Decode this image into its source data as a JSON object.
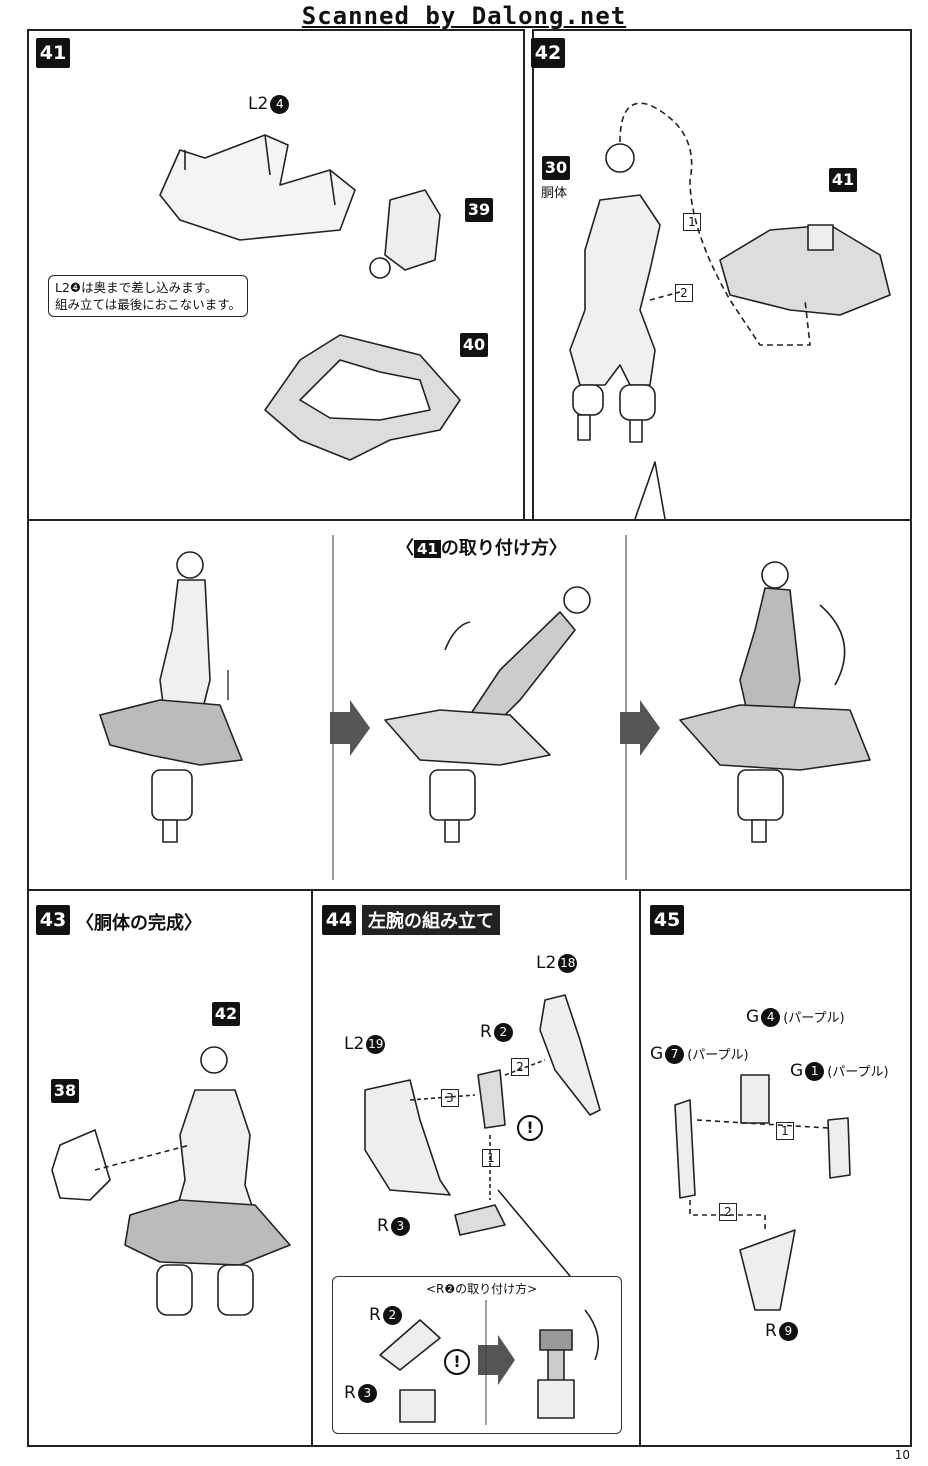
{
  "header": "Scanned by Dalong.net",
  "page_number": "10",
  "step41": {
    "number": "41",
    "part_l2_4": "L2",
    "part_l2_4_num": "4",
    "tag39": "39",
    "tag40": "40",
    "note_line1": "L2❹は奥まで差し込みます。",
    "note_line2": "組み立ては最後におこないます。"
  },
  "step42": {
    "number": "42",
    "tag30": "30",
    "tag30_label": "胴体",
    "tag41": "41",
    "arrow1": "1",
    "arrow2": "2"
  },
  "how_to_attach": {
    "title_prefix": "〈",
    "title_tag": "41",
    "title_suffix": "の取り付け方〉"
  },
  "step43": {
    "number": "43",
    "title": "〈胴体の完成〉",
    "tag42": "42",
    "tag38": "38"
  },
  "step44": {
    "number": "44",
    "title": "左腕の組み立て",
    "l2_18": "L2",
    "l2_18_num": "18",
    "l2_19": "L2",
    "l2_19_num": "19",
    "r2": "R",
    "r2_num": "2",
    "r3": "R",
    "r3_num": "3",
    "arrow1": "1",
    "arrow2": "2",
    "arrow3": "3",
    "caution": "!",
    "sub_title": "<R❷の取り付け方>",
    "sub_r2": "R",
    "sub_r2_num": "2",
    "sub_r3": "R",
    "sub_r3_num": "3",
    "sub_caution": "!"
  },
  "step45": {
    "number": "45",
    "g4": "G",
    "g4_num": "4",
    "g4_color": "(パープル)",
    "g7": "G",
    "g7_num": "7",
    "g7_color": "(パープル)",
    "g1": "G",
    "g1_num": "1",
    "g1_color": "(パープル)",
    "r9": "R",
    "r9_num": "9",
    "arrow1": "1",
    "arrow2": "2"
  }
}
